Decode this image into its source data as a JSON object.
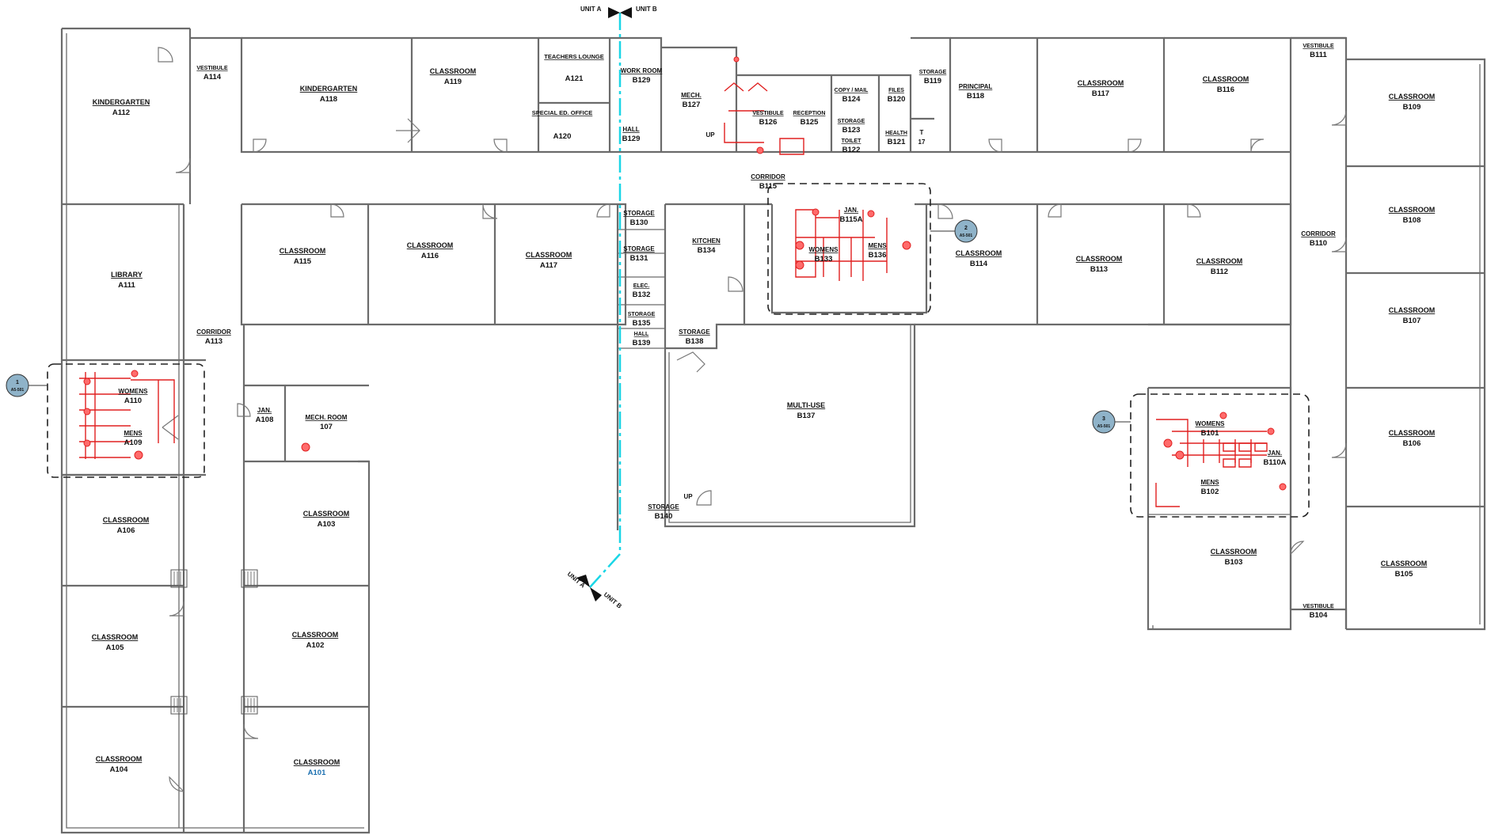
{
  "colors": {
    "walls": "#6b6b6b",
    "fixtures": "#e02020",
    "unit_line": "#1ad6e6",
    "tag_fill": "#8fb3c9"
  },
  "unit_markers": {
    "top_left": "UNIT A",
    "top_right": "UNIT B",
    "bottom_left": "UNIT A",
    "bottom_right": "UNIT B"
  },
  "section_tags": [
    {
      "num": "1",
      "sheet": "A5-501"
    },
    {
      "num": "2",
      "sheet": "A5-501"
    },
    {
      "num": "3",
      "sheet": "A5-501"
    }
  ],
  "rooms": [
    {
      "name": "KINDERGARTEN",
      "num": "A112"
    },
    {
      "name": "VESTIBULE",
      "num": "A114"
    },
    {
      "name": "KINDERGARTEN",
      "num": "A118"
    },
    {
      "name": "CLASSROOM",
      "num": "A119"
    },
    {
      "name": "TEACHERS LOUNGE",
      "num": "A121"
    },
    {
      "name": "SPECIAL ED. OFFICE",
      "num": "A120"
    },
    {
      "name": "WORK ROOM",
      "num": "B129"
    },
    {
      "name": "HALL",
      "num": "B129"
    },
    {
      "name": "MECH.",
      "num": "B127"
    },
    {
      "name": "VESTIBULE",
      "num": "B126"
    },
    {
      "name": "RECEPTION",
      "num": "B125"
    },
    {
      "name": "COPY / MAIL",
      "num": "B124"
    },
    {
      "name": "STORAGE",
      "num": "B123"
    },
    {
      "name": "TOILET",
      "num": "B122"
    },
    {
      "name": "FILES",
      "num": "B120"
    },
    {
      "name": "HEALTH",
      "num": "B121"
    },
    {
      "name": "STORAGE",
      "num": "B119"
    },
    {
      "name": "PRINCIPAL",
      "num": "B118"
    },
    {
      "name": "CLASSROOM",
      "num": "B117"
    },
    {
      "name": "CLASSROOM",
      "num": "B116"
    },
    {
      "name": "VESTIBULE",
      "num": "B111"
    },
    {
      "name": "CLASSROOM",
      "num": "B109"
    },
    {
      "name": "CORRIDOR",
      "num": "B115"
    },
    {
      "name": "JAN.",
      "num": "B115A"
    },
    {
      "name": "WOMENS",
      "num": "B133"
    },
    {
      "name": "MENS",
      "num": "B136"
    },
    {
      "name": "CLASSROOM",
      "num": "B114"
    },
    {
      "name": "CLASSROOM",
      "num": "B113"
    },
    {
      "name": "CLASSROOM",
      "num": "B112"
    },
    {
      "name": "CORRIDOR",
      "num": "B110"
    },
    {
      "name": "CLASSROOM",
      "num": "B108"
    },
    {
      "name": "CLASSROOM",
      "num": "B107"
    },
    {
      "name": "LIBRARY",
      "num": "A111"
    },
    {
      "name": "CLASSROOM",
      "num": "A115"
    },
    {
      "name": "CLASSROOM",
      "num": "A116"
    },
    {
      "name": "CLASSROOM",
      "num": "A117"
    },
    {
      "name": "STORAGE",
      "num": "B130"
    },
    {
      "name": "STORAGE",
      "num": "B131"
    },
    {
      "name": "ELEC.",
      "num": "B132"
    },
    {
      "name": "STORAGE",
      "num": "B135"
    },
    {
      "name": "HALL",
      "num": "B139"
    },
    {
      "name": "STORAGE",
      "num": "B138"
    },
    {
      "name": "KITCHEN",
      "num": "B134"
    },
    {
      "name": "CORRIDOR",
      "num": "A113"
    },
    {
      "name": "WOMENS",
      "num": "A110"
    },
    {
      "name": "MENS",
      "num": "A109"
    },
    {
      "name": "JAN.",
      "num": "A108"
    },
    {
      "name": "MECH. ROOM",
      "num": "107"
    },
    {
      "name": "MULTI-USE",
      "num": "B137"
    },
    {
      "name": "WOMENS",
      "num": "B101"
    },
    {
      "name": "JAN.",
      "num": "B110A"
    },
    {
      "name": "MENS",
      "num": "B102"
    },
    {
      "name": "CLASSROOM",
      "num": "B106"
    },
    {
      "name": "STORAGE",
      "num": "B140"
    },
    {
      "name": "CLASSROOM",
      "num": "A106"
    },
    {
      "name": "CLASSROOM",
      "num": "A103"
    },
    {
      "name": "CLASSROOM",
      "num": "B103"
    },
    {
      "name": "CLASSROOM",
      "num": "B105"
    },
    {
      "name": "VESTIBULE",
      "num": "B104"
    },
    {
      "name": "CLASSROOM",
      "num": "A105"
    },
    {
      "name": "CLASSROOM",
      "num": "A102"
    },
    {
      "name": "CLASSROOM",
      "num": "A104"
    },
    {
      "name": "CLASSROOM",
      "num": "A101"
    }
  ],
  "misc": {
    "up": "UP",
    "t_label": "T",
    "t_num": "17"
  }
}
